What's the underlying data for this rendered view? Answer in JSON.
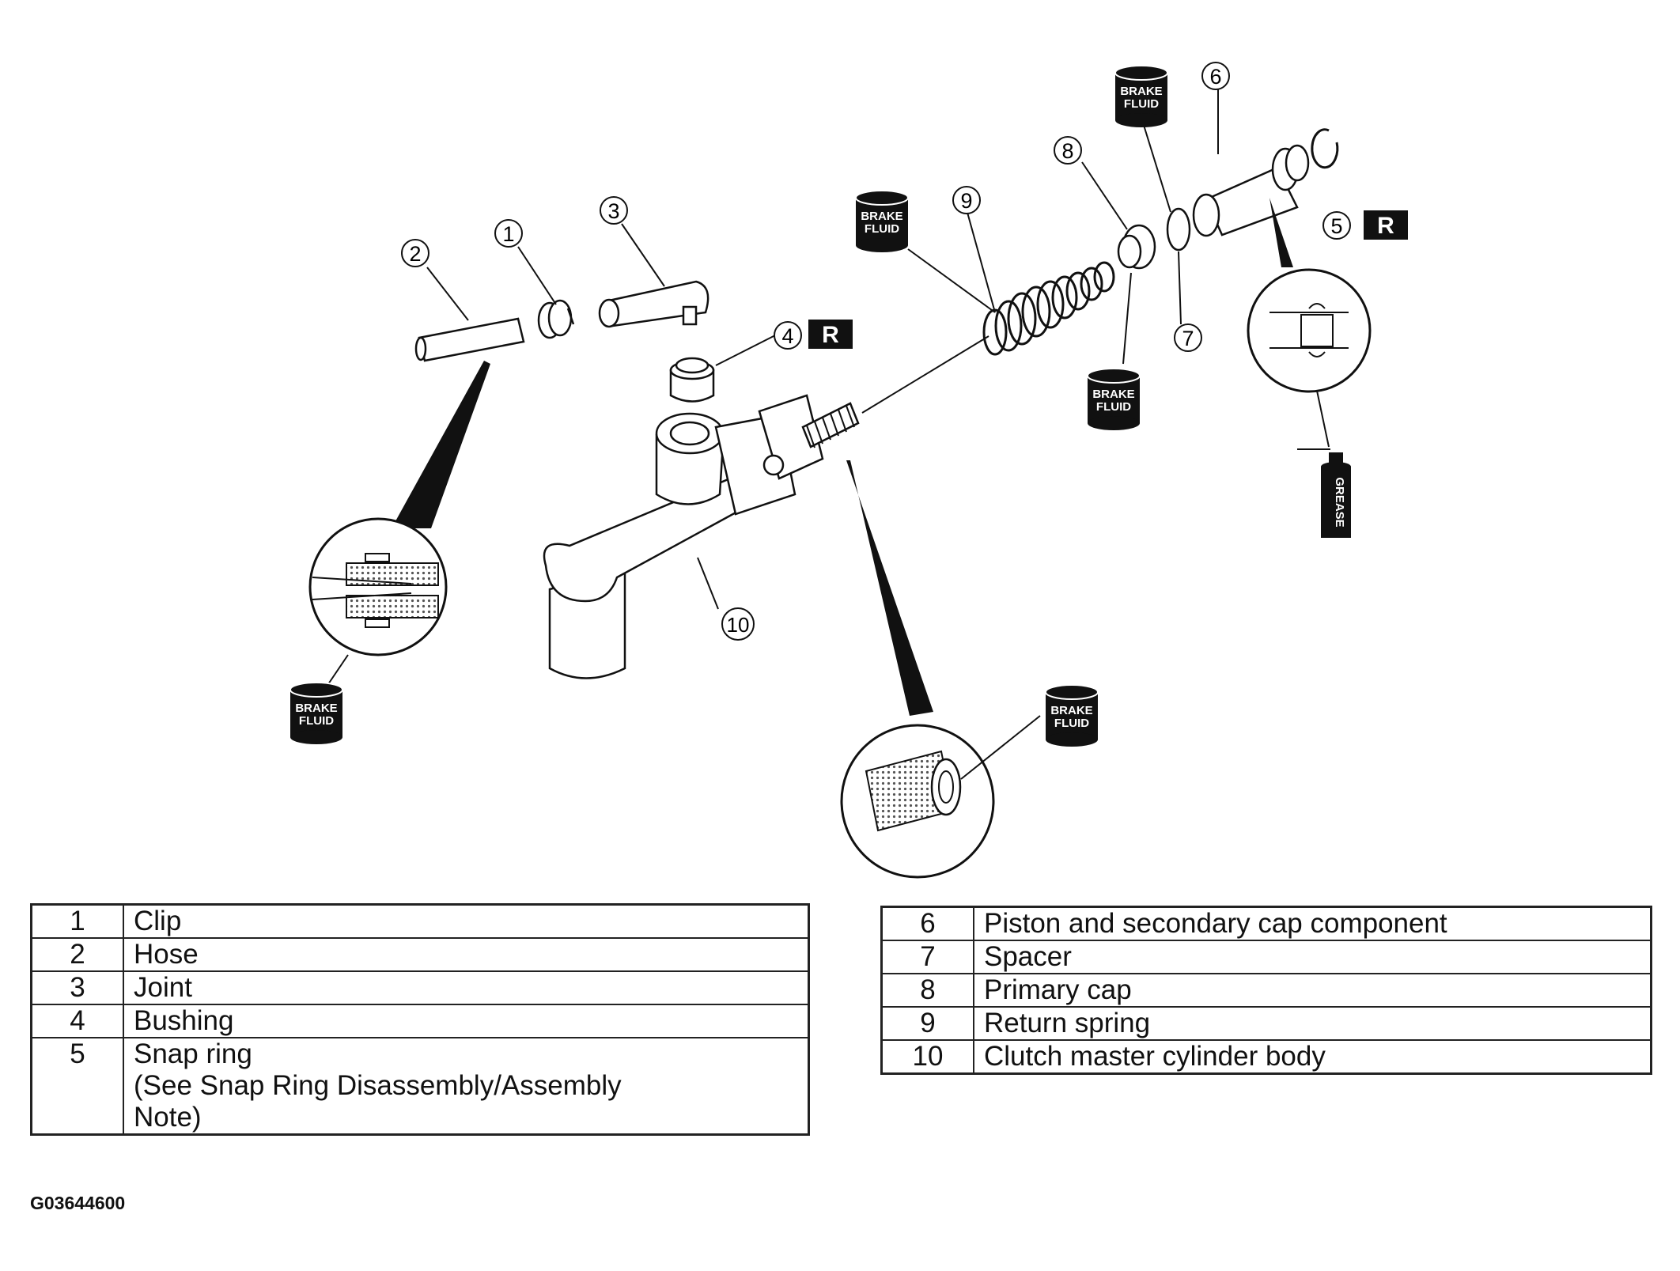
{
  "callouts": [
    "1",
    "2",
    "3",
    "4",
    "5",
    "6",
    "7",
    "8",
    "9",
    "10"
  ],
  "badges": {
    "replace": "R",
    "brake_fluid_line1": "BRAKE",
    "brake_fluid_line2": "FLUID",
    "grease": "GREASE"
  },
  "parts_left": [
    {
      "num": "1",
      "name": "Clip"
    },
    {
      "num": "2",
      "name": "Hose"
    },
    {
      "num": "3",
      "name": "Joint"
    },
    {
      "num": "4",
      "name": "Bushing"
    },
    {
      "num": "5",
      "name": "Snap ring\n (See Snap Ring Disassembly/Assembly\nNote)"
    }
  ],
  "parts_right": [
    {
      "num": "6",
      "name": "Piston and secondary cap component"
    },
    {
      "num": "7",
      "name": "Spacer"
    },
    {
      "num": "8",
      "name": "Primary cap"
    },
    {
      "num": "9",
      "name": "Return spring"
    },
    {
      "num": "10",
      "name": "Clutch master cylinder body"
    }
  ],
  "figure_code": "G03644600",
  "colors": {
    "line": "#111111",
    "badge": "#111111",
    "badge_text": "#ffffff",
    "dots": "#555555"
  }
}
